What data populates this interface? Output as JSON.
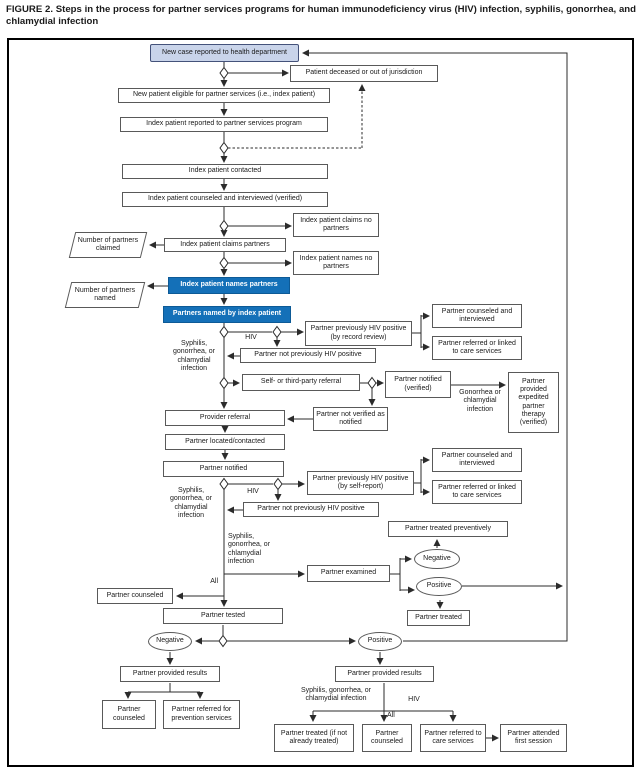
{
  "figure_title": "FIGURE 2. Steps in the process for partner services programs for human immunodeficiency virus (HIV) infection, syphilis, gonorrhea, and chlamydial infection",
  "colors": {
    "accent_blue": "#1470b8",
    "light_blue_fill": "#c9d4ea",
    "box_border": "#595959",
    "line": "#2b2b2b"
  },
  "nodes": {
    "new_case": "New case reported to health department",
    "deceased": "Patient deceased or out of jurisdiction",
    "eligible": "New patient eligible for partner services (i.e., index patient)",
    "reported": "Index patient reported to partner services program",
    "contacted": "Index patient contacted",
    "counseled_verified": "Index patient counseled and interviewed (verified)",
    "claims_no": "Index patient claims no partners",
    "claims_partners": "Index patient claims partners",
    "names_no": "Index patient names no partners",
    "num_claimed": "Number of partners claimed",
    "num_named": "Number of partners named",
    "names_partners": "Index patient names partners",
    "partners_named": "Partners named by index patient",
    "prev_pos_record": "Partner previously HIV positive (by record review)",
    "not_prev_pos_1": "Partner not previously HIV positive",
    "counseled_interviewed_1": "Partner counseled and interviewed",
    "referred_care_1": "Partner referred or linked to care services",
    "self_referral": "Self- or third-party referral",
    "notified_verified": "Partner notified (verified)",
    "ept": "Partner provided expedited partner therapy (verified)",
    "not_verified": "Partner not verified as notified",
    "provider_referral": "Provider referral",
    "located": "Partner located/contacted",
    "notified": "Partner notified",
    "prev_pos_self": "Partner previously HIV positive (by self-report)",
    "not_prev_pos_2": "Partner not previously HIV positive",
    "counseled_interviewed_2": "Partner counseled and interviewed",
    "referred_care_2": "Partner referred or linked to care services",
    "treated_preventively": "Partner treated preventively",
    "negative_1": "Negative",
    "positive_1": "Positive",
    "examined": "Partner examined",
    "counseled_mid": "Partner counseled",
    "treated": "Partner treated",
    "tested": "Partner tested",
    "negative_2": "Negative",
    "positive_2": "Positive",
    "results_left": "Partner provided results",
    "counseled_bottom_left": "Partner counseled",
    "referred_prevention": "Partner referred for prevention services",
    "results_right": "Partner provided results",
    "treated_if_needed": "Partner treated (if not already treated)",
    "counseled_bottom_right": "Partner counseled",
    "referred_care_bottom": "Partner referred to care services",
    "attended_first": "Partner attended first session"
  },
  "edge_labels": {
    "hiv_upper": "HIV",
    "syphilis_upper": "Syphilis, gonorrhea, or chlamydial infection",
    "gonorrhea_ept": "Gonorrhea or chlamydial infection",
    "hiv_mid": "HIV",
    "syphilis_mid": "Syphilis, gonorrhea, or chlamydial infection",
    "syphilis_lower": "Syphilis, gonorrhea, or chlamydial infection",
    "all_mid": "All",
    "syphilis_bottom": "Syphilis, gonorrhea, or chlamydial infection",
    "hiv_bottom": "HIV",
    "all_bottom": "All"
  }
}
